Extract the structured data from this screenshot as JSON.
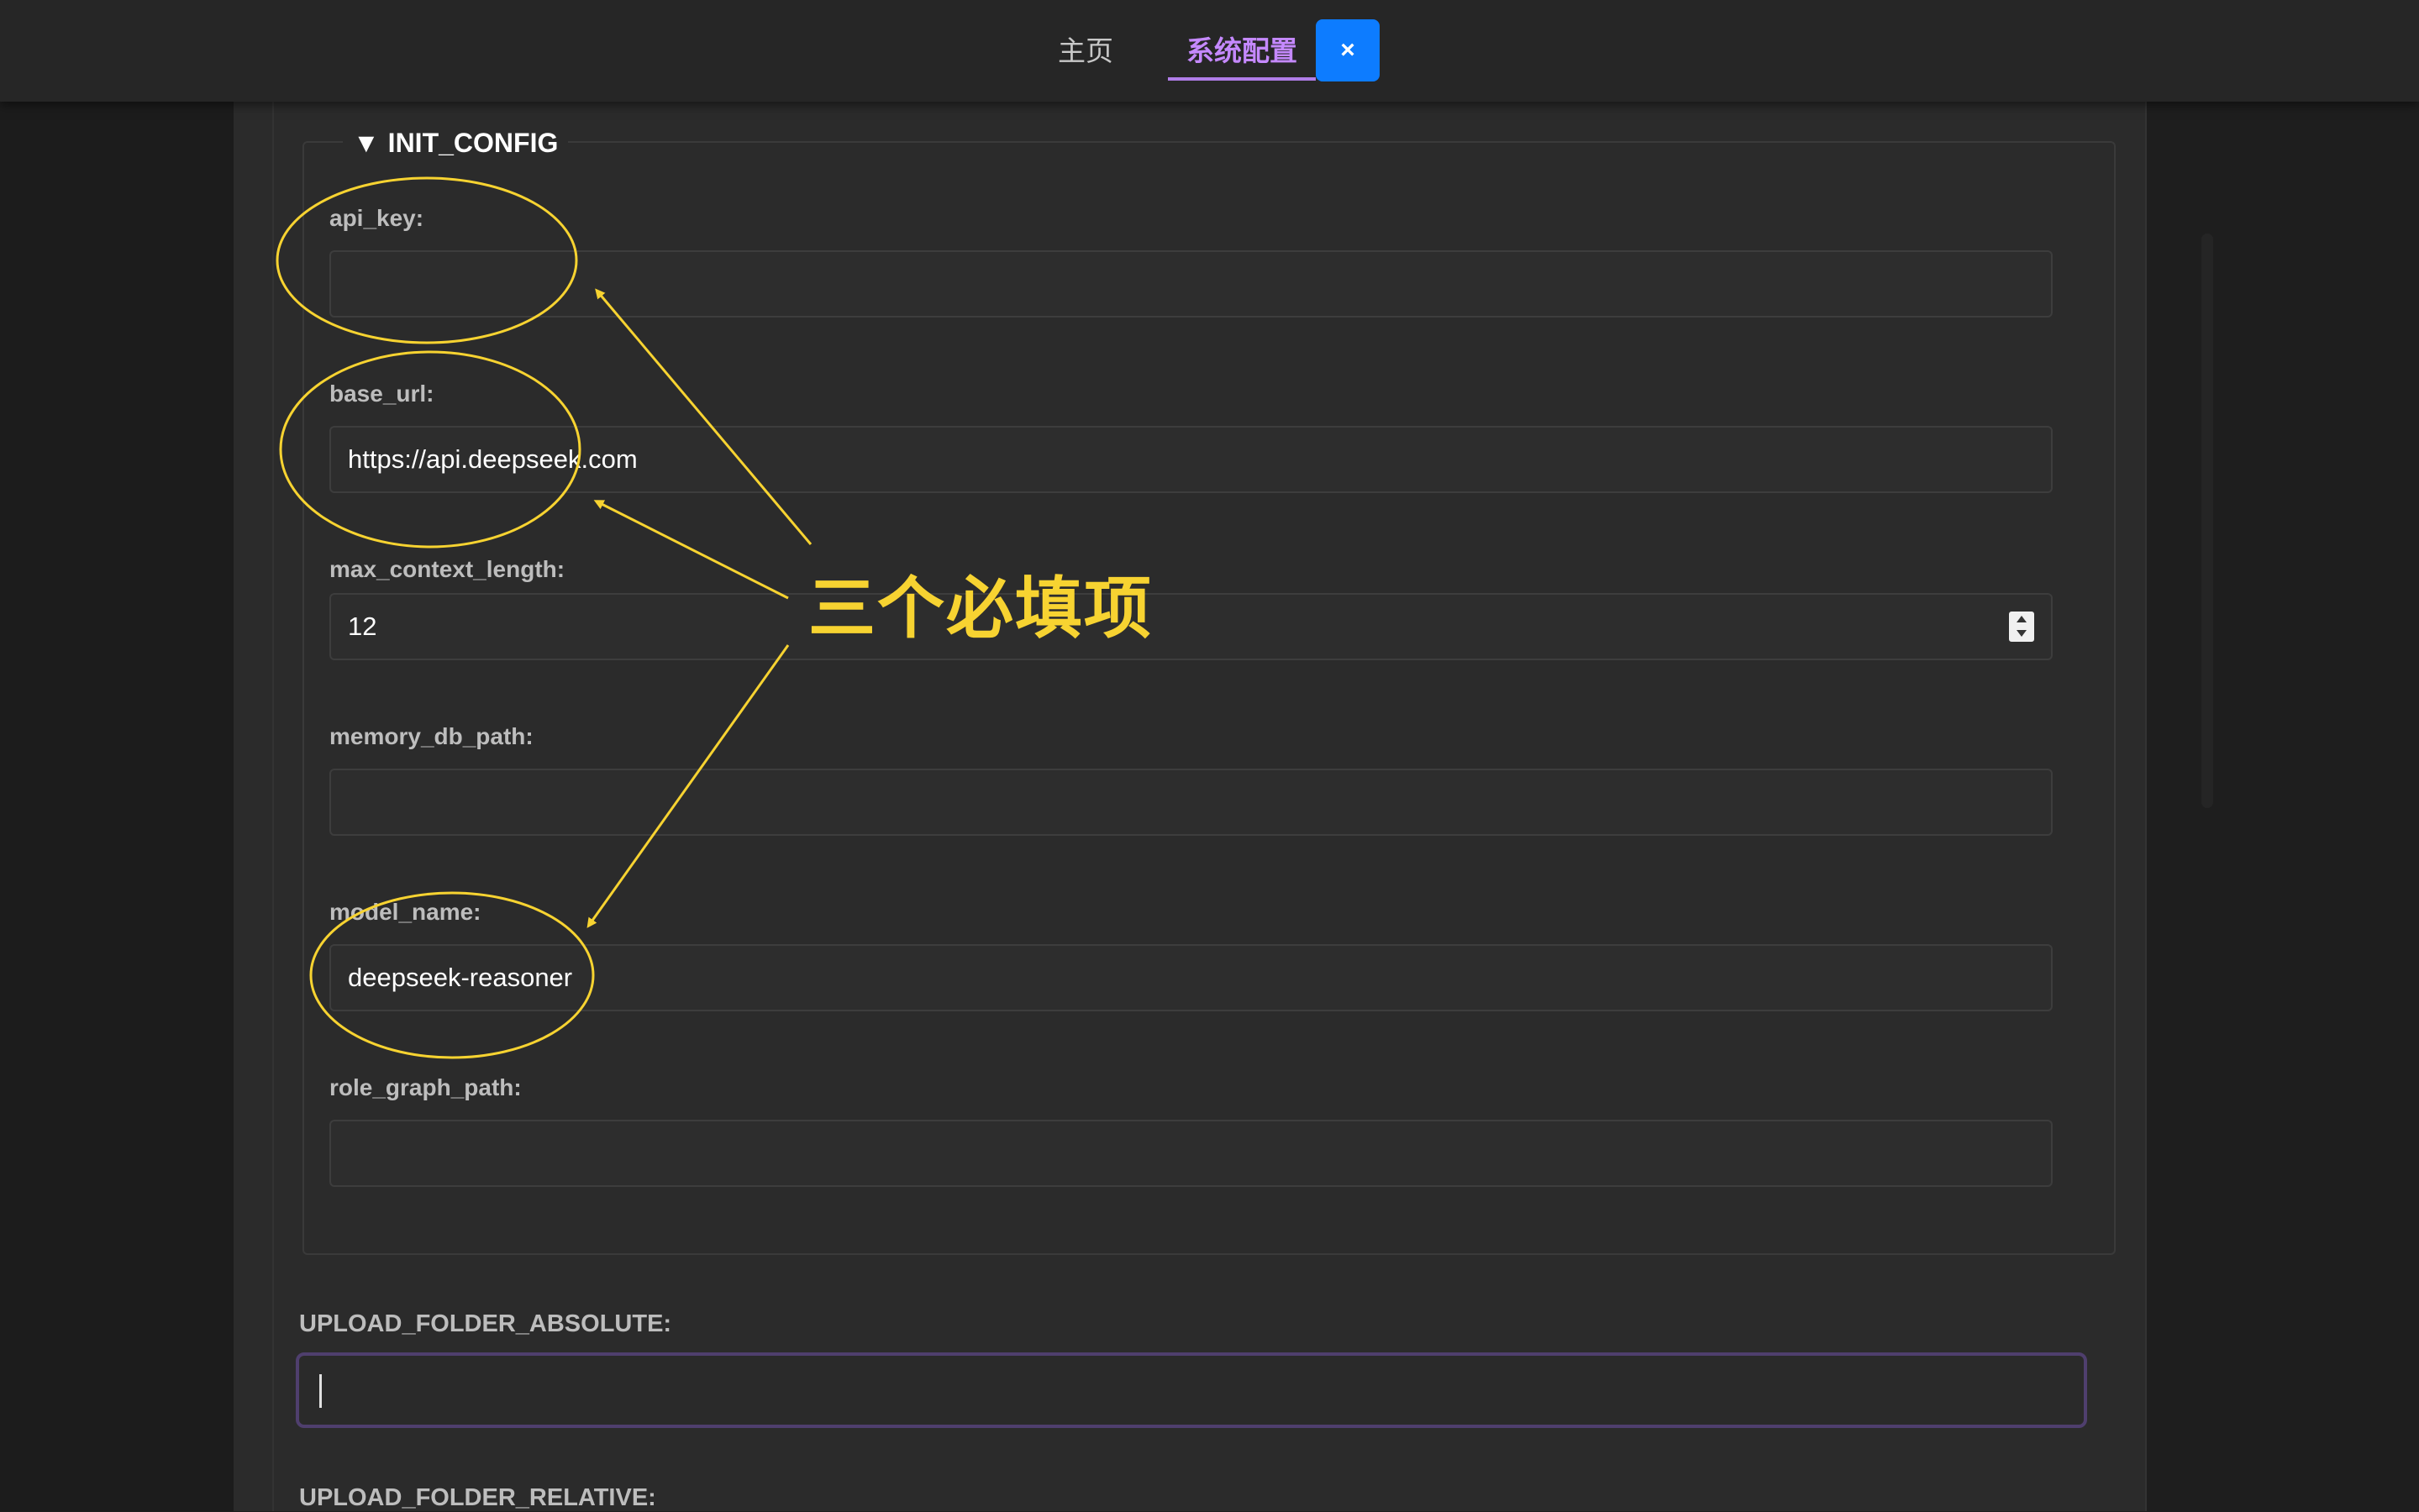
{
  "header": {
    "tabs": [
      {
        "label": "主页",
        "active": false
      },
      {
        "label": "系统配置",
        "active": true
      }
    ],
    "close_label": "×",
    "accent_color": "#c589ff",
    "close_color": "#0d7cff"
  },
  "init_config": {
    "legend": "INIT_CONFIG",
    "toggle_glyph": "▼",
    "fields": [
      {
        "label": "api_key:",
        "value": ""
      },
      {
        "label": "base_url:",
        "value": "https://api.deepseek.com"
      },
      {
        "label": "max_context_length:",
        "value": "12"
      },
      {
        "label": "memory_db_path:",
        "value": ""
      },
      {
        "label": "model_name:",
        "value": "deepseek-reasoner"
      },
      {
        "label": "role_graph_path:",
        "value": ""
      }
    ]
  },
  "upload": {
    "absolute_label": "UPLOAD_FOLDER_ABSOLUTE:",
    "absolute_value": "",
    "relative_label": "UPLOAD_FOLDER_RELATIVE:"
  },
  "annotation": {
    "text": "三个必填项",
    "color": "#f7d331"
  }
}
